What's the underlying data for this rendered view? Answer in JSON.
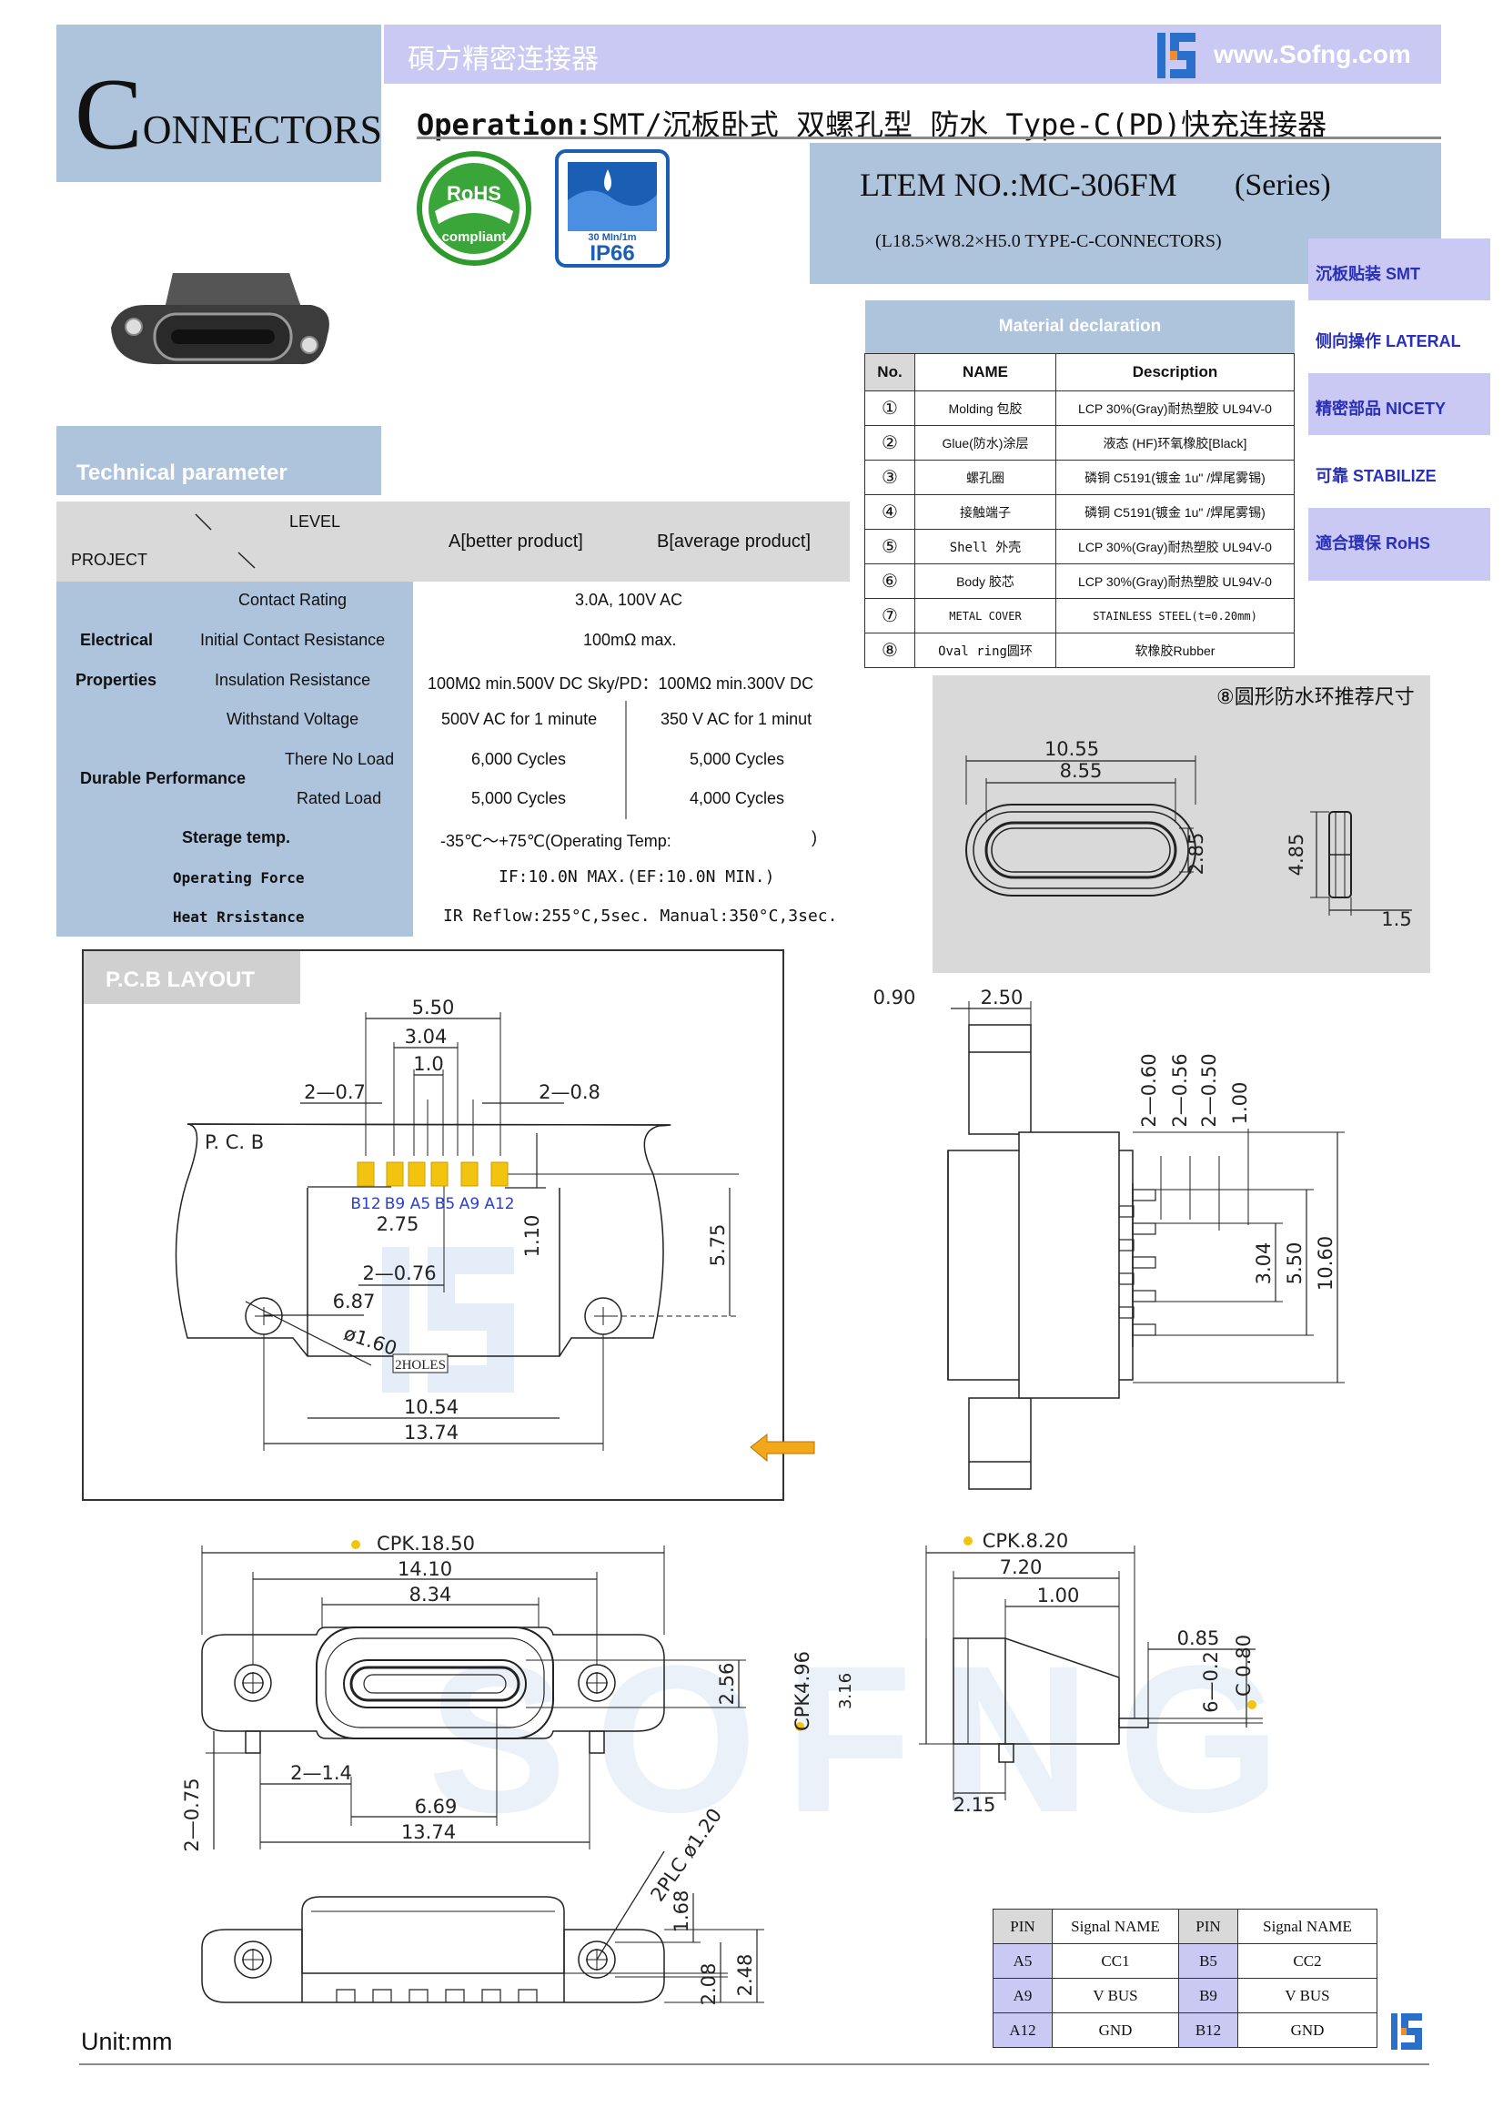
{
  "header": {
    "logo_initial": "C",
    "logo_rest": "ONNECTORS",
    "company_cn": "碩方精密连接器",
    "site_url": "www.Sofng.com",
    "title_prefix": "Operation:",
    "title_body": "SMT/沉板卧式  双螺孔型  防水  Type-C(PD)快充连接器",
    "item_no": "LTEM NO.:MC-306FM",
    "item_series": "(Series)",
    "item_dims": "(L18.5×W8.2×H5.0    TYPE-C-CONNECTORS)"
  },
  "badges": {
    "rohs_top": "RoHS",
    "rohs_bottom": "compliant",
    "ip_top": "30 MIn/1m",
    "ip_bottom": "IP66"
  },
  "side_tags": [
    "沉板贴装 SMT",
    "侧向操作 LATERAL",
    "精密部品 NICETY",
    "可靠 STABILIZE",
    "適合環保 RoHS"
  ],
  "material": {
    "title": "Material declaration",
    "headers": [
      "No.",
      "NAME",
      "Description"
    ],
    "rows": [
      {
        "no": "①",
        "name": "Molding 包胶",
        "desc": "LCP 30%(Gray)耐热塑胶 UL94V-0"
      },
      {
        "no": "②",
        "name": "Glue(防水)涂层",
        "desc": "液态 (HF)环氧橡胶[Black]"
      },
      {
        "no": "③",
        "name": "螺孔圈",
        "desc": "磷铜 C5191(镀金 1u\" /焊尾雾锡)"
      },
      {
        "no": "④",
        "name": "接触端子",
        "desc": "磷铜 C5191(镀金 1u\" /焊尾雾锡)"
      },
      {
        "no": "⑤",
        "name": "Shell 外壳",
        "desc": "LCP 30%(Gray)耐热塑胶 UL94V-0"
      },
      {
        "no": "⑥",
        "name": "Body 胶芯",
        "desc": "LCP 30%(Gray)耐热塑胶 UL94V-0"
      },
      {
        "no": "⑦",
        "name": "METAL COVER",
        "desc": "STAINLESS STEEL(t=0.20mm)"
      },
      {
        "no": "⑧",
        "name": "Oval ring圆环",
        "desc": "软橡胶Rubber"
      }
    ]
  },
  "tech": {
    "title": "Technical parameter",
    "level": "LEVEL",
    "project": "PROJECT",
    "col_a": "A[better product]",
    "col_b": "B[average product]",
    "electrical": "Electrical",
    "properties": "Properties",
    "contact_rating": "Contact Rating",
    "contact_rating_v": "3.0A, 100V AC",
    "icr": "Initial Contact Resistance",
    "icr_v": "100mΩ max.",
    "ir": "Insulation Resistance",
    "ir_v": "100MΩ min.500V DC   Sky/PD：100MΩ min.300V DC",
    "wv": "Withstand Voltage",
    "wv_a": "500V AC for 1 minute",
    "wv_b": "350 V AC for 1 minut",
    "durable": "Durable Performance",
    "no_load": "There No Load",
    "no_load_a": "6,000 Cycles",
    "no_load_b": "5,000 Cycles",
    "rated": "Rated Load",
    "rated_a": "5,000 Cycles",
    "rated_b": "4,000 Cycles",
    "storage": "Sterage temp.",
    "storage_v": "-35℃～+75℃(Operating Temp:",
    "storage_end": ")",
    "opforce": "Operating Force",
    "opforce_v": "IF:10.0N MAX.(EF:10.0N MIN.)",
    "heat": "Heat Rrsistance",
    "heat_v": "IR Reflow:255°C,5sec.  Manual:350°C,3sec."
  },
  "ring": {
    "title": "⑧圆形防水环推荐尺寸",
    "d1": "10.55",
    "d2": "8.55",
    "d3": "2.85",
    "d4": "4.85",
    "d5": "1.5"
  },
  "pcb": {
    "title": "P.C.B LAYOUT",
    "pcb_label": "P. C. B",
    "d_550": "5.50",
    "d_304": "3.04",
    "d_10": "1.0",
    "d_207": "2—0.7",
    "d_208": "2—0.8",
    "pins": [
      "B12",
      "B9",
      "A5",
      "B5",
      "A9",
      "A12"
    ],
    "d_275": "2.75",
    "d_110": "1.10",
    "d_575": "5.75",
    "d_2076": "2—0.76",
    "d_687": "6.87",
    "d_160": "ø1.60",
    "holes": "2HOLES",
    "d_1054": "10.54",
    "d_1374": "13.74"
  },
  "side_view": {
    "d_090": "0.90",
    "d_250": "2.50",
    "d_060": "2—0.60",
    "d_056": "2—0.56",
    "d_050": "2—0.50",
    "d_100": "1.00",
    "d_304": "3.04",
    "d_550": "5.50",
    "d_1060": "10.60"
  },
  "front_view": {
    "cpk_1850": "CPK.18.50",
    "d_1410": "14.10",
    "d_834": "8.34",
    "d_256": "2.56",
    "d_2075": "2—0.75",
    "d_214": "2—1.4",
    "d_669": "6.69",
    "d_1374": "13.74"
  },
  "right_view": {
    "cpk_820": "CPK.8.20",
    "d_720": "7.20",
    "d_100": "1.00",
    "d_085": "0.85",
    "d_602": "6—0.2",
    "d_c080": "C 0.80",
    "cpk_496": "CPK4.96",
    "d_316": "3.16",
    "d_215": "2.15"
  },
  "bottom_view": {
    "d_2plc": "2PLC ø1.20",
    "d_168": "1.68",
    "d_208": "2.08",
    "d_248": "2.48"
  },
  "pin_table": {
    "headers": [
      "PIN",
      "Signal NAME",
      "PIN",
      "Signal NAME"
    ],
    "rows": [
      [
        "A5",
        "CC1",
        "B5",
        "CC2"
      ],
      [
        "A9",
        "V BUS",
        "B9",
        "V BUS"
      ],
      [
        "A12",
        "GND",
        "B12",
        "GND"
      ]
    ]
  },
  "watermark": "SOFNG",
  "unit": "Unit:mm"
}
